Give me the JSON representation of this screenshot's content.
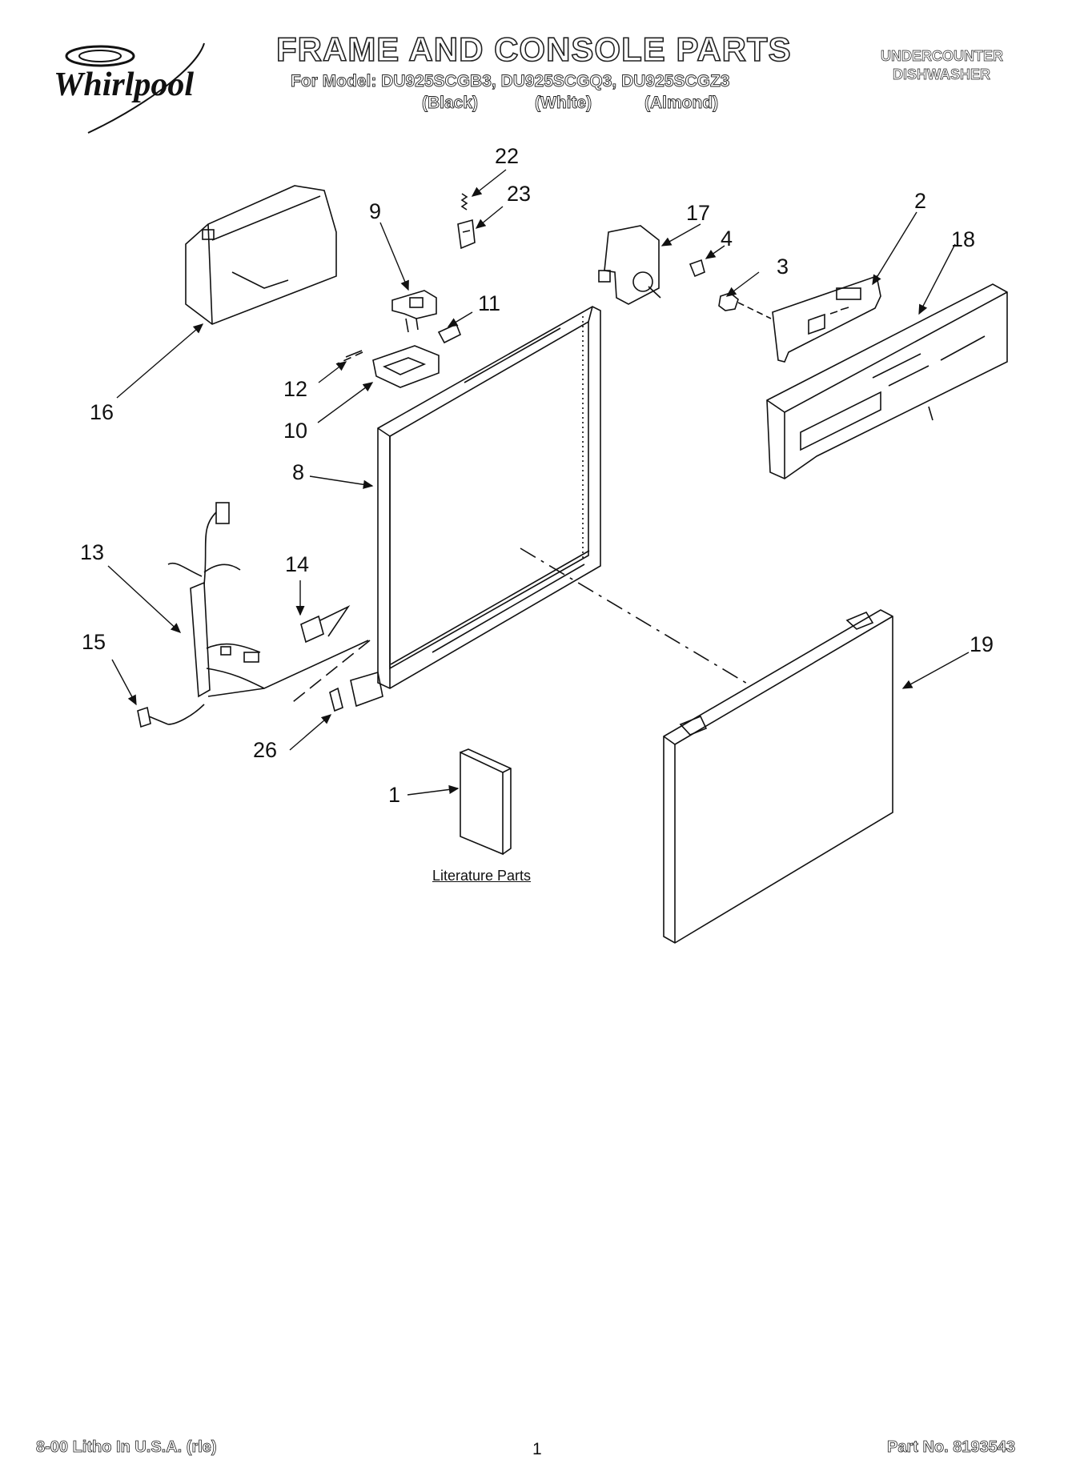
{
  "header": {
    "brand": "Whirlpool",
    "title": "FRAME AND CONSOLE PARTS",
    "models": "For Model: DU925SCGB3, DU925SCGQ3, DU925SCGZ3",
    "variants": [
      "(Black)",
      "(White)",
      "(Almond)"
    ],
    "category_line1": "UNDERCOUNTER",
    "category_line2": "DISHWASHER"
  },
  "callouts": {
    "c22": "22",
    "c23": "23",
    "c9": "9",
    "c17": "17",
    "c4": "4",
    "c2": "2",
    "c18": "18",
    "c3": "3",
    "c11": "11",
    "c12": "12",
    "c16": "16",
    "c10": "10",
    "c8": "8",
    "c13": "13",
    "c14": "14",
    "c15": "15",
    "c19": "19",
    "c26": "26",
    "c1": "1"
  },
  "literature_label": "Literature Parts",
  "footer": {
    "left": "8-00 Litho In U.S.A. (rle)",
    "page": "1",
    "right": "Part No. 8193543"
  }
}
